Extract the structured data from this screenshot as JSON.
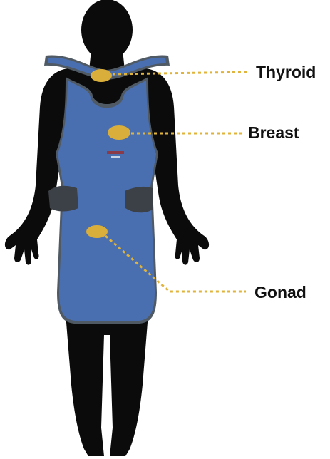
{
  "colors": {
    "silhouette": "#0b0b0b",
    "apron": "#4a6fb0",
    "apron_trim": "#4f5a64",
    "side_panel": "#3c4147",
    "marker": "#d9ae3a",
    "leader_line": "#e0b43c",
    "label_text": "#111111"
  },
  "labels": {
    "thyroid": "Thyroid",
    "breast": "Breast",
    "gonad": "Gonad"
  }
}
